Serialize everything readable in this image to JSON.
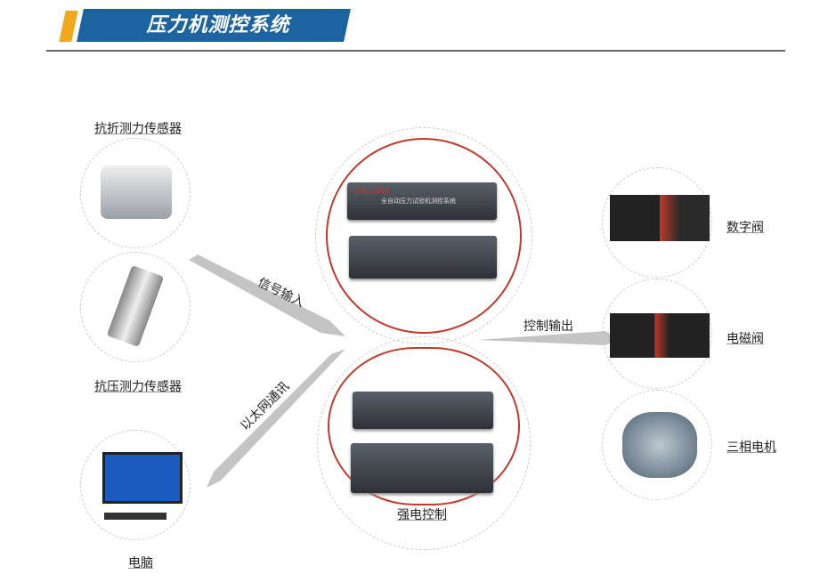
{
  "title": "压力机测控系统",
  "nodes": {
    "bending_sensor": "抗折测力传感器",
    "compression_sensor": "抗压测力传感器",
    "computer": "电脑",
    "digital_valve": "数字阀",
    "solenoid_valve": "电磁阀",
    "three_phase_motor": "三相电机",
    "power_control": "强电控制"
  },
  "edges": {
    "signal_input": "信号输入",
    "ethernet": "以太网通讯",
    "control_output": "控制输出"
  },
  "device": {
    "model": "EHC-2300",
    "name": "全自动压力试验机测控系统"
  },
  "colors": {
    "title_bar": "#1c64a0",
    "accent": "#f0a81c",
    "ring": "#c0392b",
    "arrow": "#bbbbbb"
  }
}
